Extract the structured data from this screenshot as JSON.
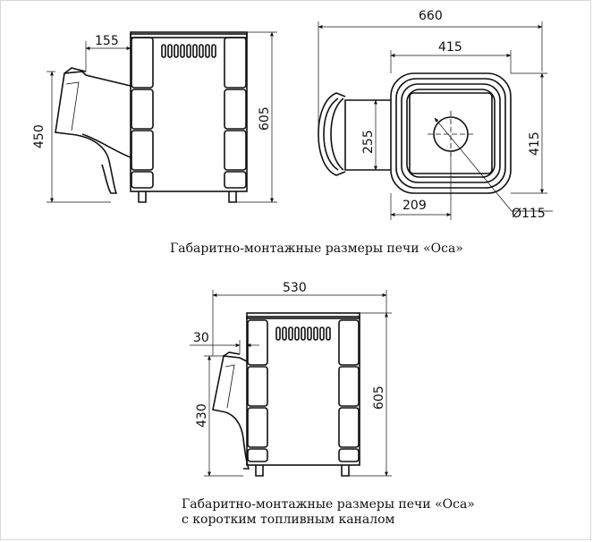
{
  "captions": {
    "first": "Габаритно-монтажные размеры печи «Оса»",
    "second_line1": "Габаритно-монтажные размеры печи «Оса»",
    "second_line2": "с коротким топливным каналом"
  },
  "dimensions": {
    "side_view": {
      "width_channel": "155",
      "height_channel": "450",
      "height_total": "605"
    },
    "top_view": {
      "overall_width": "660",
      "body_width": "415",
      "body_depth": "415",
      "channel_depth": "255",
      "flue_offset": "209",
      "flue_diameter": "Ø115"
    },
    "short_view": {
      "overall_width": "530",
      "channel_offset": "30",
      "height_channel": "430",
      "height_total": "605"
    }
  }
}
